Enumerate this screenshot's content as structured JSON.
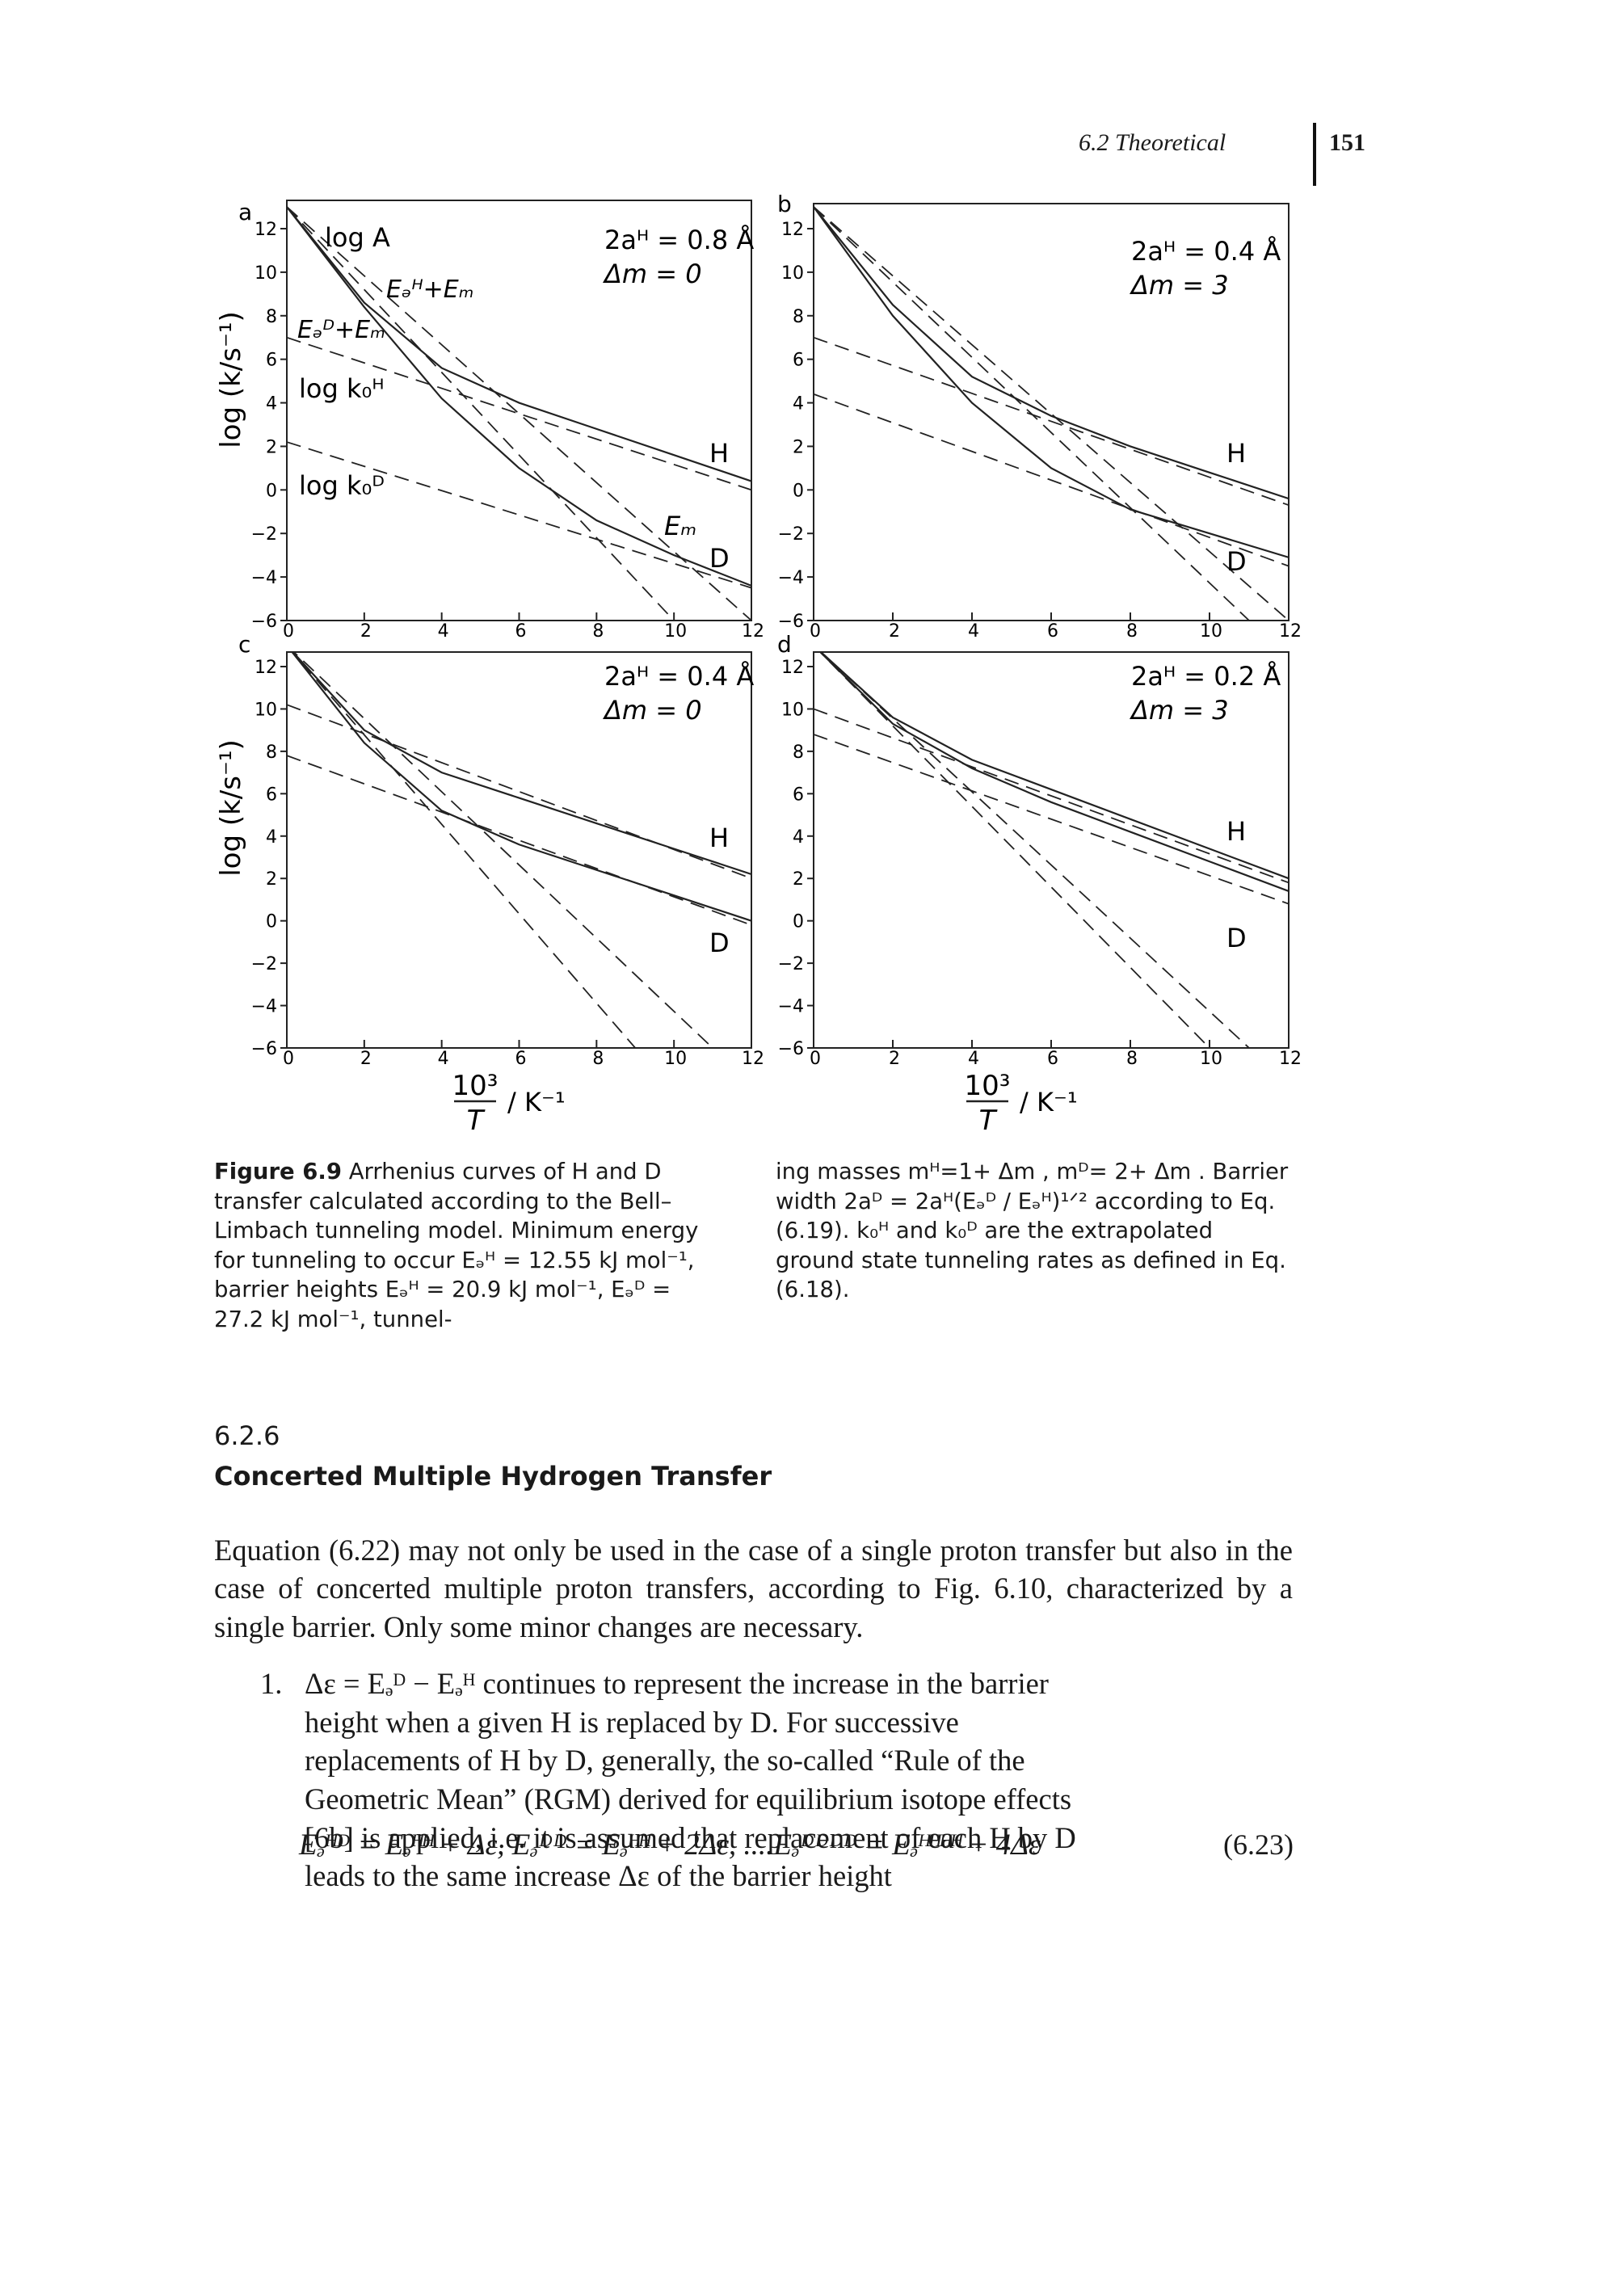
{
  "header": {
    "running_title": "6.2 Theoretical",
    "page_number": "151"
  },
  "figure": {
    "panel_labels": [
      "a",
      "b",
      "c",
      "d"
    ],
    "y_axis_label": "log (k/s⁻¹)",
    "x_axis_label": "/ K⁻¹",
    "x_axis_fraction_num": "10³",
    "x_axis_fraction_den": "T",
    "annotations": {
      "a_params": [
        "2aᴴ = 0.8 Å",
        "Δm = 0"
      ],
      "b_params": [
        "2aᴴ = 0.4 Å",
        "Δm = 3"
      ],
      "c_params": [
        "2aᴴ = 0.4 Å",
        "Δm = 0"
      ],
      "d_params": [
        "2aᴴ = 0.2 Å",
        "Δm = 3"
      ],
      "log_A": "log A",
      "ed_h_em": "Eₔᴴ+Eₘ",
      "ed_d_em": "Eₔᴰ+Eₘ",
      "log_k0_h": "log k₀ᴴ",
      "log_k0_d": "log k₀ᴰ",
      "em": "Eₘ",
      "H": "H",
      "D": "D"
    }
  },
  "chart_data": [
    {
      "panel": "a",
      "type": "line",
      "xlabel": "10³/T / K⁻¹",
      "ylabel": "log (k/s⁻¹)",
      "xlim": [
        0,
        12
      ],
      "ylim": [
        -6,
        13
      ],
      "xticks": [
        0,
        2,
        4,
        6,
        8,
        10,
        12
      ],
      "yticks": [
        -6,
        -4,
        -2,
        0,
        2,
        4,
        6,
        8,
        10,
        12
      ],
      "series": [
        {
          "name": "H",
          "style": "solid",
          "x": [
            0,
            2,
            4,
            6,
            8,
            10,
            12
          ],
          "y": [
            13,
            8.6,
            5.6,
            4.0,
            2.8,
            1.6,
            0.4
          ]
        },
        {
          "name": "D",
          "style": "solid",
          "x": [
            0,
            2,
            4,
            6,
            8,
            10,
            12
          ],
          "y": [
            13,
            8.4,
            4.2,
            1.0,
            -1.4,
            -3.0,
            -4.4
          ]
        },
        {
          "style": "dashed",
          "x": [
            0,
            12
          ],
          "y": [
            7.0,
            0.0
          ]
        },
        {
          "style": "dashed",
          "x": [
            0,
            12
          ],
          "y": [
            2.2,
            -4.5
          ]
        },
        {
          "style": "dashed",
          "x": [
            0,
            10
          ],
          "y": [
            13.0,
            -6.0
          ]
        },
        {
          "style": "dashed",
          "x": [
            0,
            12
          ],
          "y": [
            13.0,
            -6.0
          ]
        }
      ]
    },
    {
      "panel": "b",
      "type": "line",
      "xlim": [
        0,
        12
      ],
      "ylim": [
        -6,
        13
      ],
      "xticks": [
        0,
        2,
        4,
        6,
        8,
        10,
        12
      ],
      "yticks": [
        -6,
        -4,
        -2,
        0,
        2,
        4,
        6,
        8,
        10,
        12
      ],
      "series": [
        {
          "name": "H",
          "style": "solid",
          "x": [
            0,
            2,
            4,
            6,
            8,
            10,
            12
          ],
          "y": [
            13,
            8.5,
            5.2,
            3.4,
            2.0,
            0.8,
            -0.4
          ]
        },
        {
          "name": "D",
          "style": "solid",
          "x": [
            0,
            2,
            4,
            6,
            8,
            10,
            12
          ],
          "y": [
            13,
            8.0,
            4.0,
            1.0,
            -0.9,
            -2.0,
            -3.1
          ]
        },
        {
          "style": "dashed",
          "x": [
            0,
            12
          ],
          "y": [
            7.0,
            -0.7
          ]
        },
        {
          "style": "dashed",
          "x": [
            0,
            12
          ],
          "y": [
            4.4,
            -3.5
          ]
        },
        {
          "style": "dashed",
          "x": [
            0,
            11
          ],
          "y": [
            13.0,
            -6.0
          ]
        },
        {
          "style": "dashed",
          "x": [
            0,
            12
          ],
          "y": [
            13.0,
            -6.0
          ]
        }
      ]
    },
    {
      "panel": "c",
      "type": "line",
      "xlim": [
        0,
        12
      ],
      "ylim": [
        -6,
        13
      ],
      "xticks": [
        0,
        2,
        4,
        6,
        8,
        10,
        12
      ],
      "yticks": [
        -6,
        -4,
        -2,
        0,
        2,
        4,
        6,
        8,
        10,
        12
      ],
      "series": [
        {
          "name": "H",
          "style": "solid",
          "x": [
            0,
            2,
            4,
            6,
            8,
            10,
            12
          ],
          "y": [
            13,
            9.0,
            7.0,
            5.8,
            4.6,
            3.4,
            2.2
          ]
        },
        {
          "name": "D",
          "style": "solid",
          "x": [
            0,
            2,
            4,
            6,
            8,
            10,
            12
          ],
          "y": [
            13,
            8.4,
            5.2,
            3.6,
            2.4,
            1.2,
            0.0
          ]
        },
        {
          "style": "dashed",
          "x": [
            0,
            12
          ],
          "y": [
            10.2,
            2.0
          ]
        },
        {
          "style": "dashed",
          "x": [
            0,
            12
          ],
          "y": [
            7.8,
            -0.2
          ]
        },
        {
          "style": "dashed",
          "x": [
            0,
            9
          ],
          "y": [
            13.0,
            -6.0
          ]
        },
        {
          "style": "dashed",
          "x": [
            0,
            11
          ],
          "y": [
            13.0,
            -6.0
          ]
        }
      ]
    },
    {
      "panel": "d",
      "type": "line",
      "xlim": [
        0,
        12
      ],
      "ylim": [
        -6,
        13
      ],
      "xticks": [
        0,
        2,
        4,
        6,
        8,
        10,
        12
      ],
      "yticks": [
        -6,
        -4,
        -2,
        0,
        2,
        4,
        6,
        8,
        10,
        12
      ],
      "series": [
        {
          "name": "H",
          "style": "solid",
          "x": [
            0,
            2,
            4,
            6,
            8,
            10,
            12
          ],
          "y": [
            13,
            9.6,
            7.6,
            6.2,
            4.8,
            3.4,
            2.0
          ]
        },
        {
          "name": "D",
          "style": "solid",
          "x": [
            0,
            2,
            4,
            6,
            8,
            10,
            12
          ],
          "y": [
            13,
            9.3,
            7.2,
            5.6,
            4.2,
            2.8,
            1.4
          ]
        },
        {
          "style": "dashed",
          "x": [
            0,
            12
          ],
          "y": [
            10.0,
            1.8
          ]
        },
        {
          "style": "dashed",
          "x": [
            0,
            12
          ],
          "y": [
            8.8,
            0.8
          ]
        },
        {
          "style": "dashed",
          "x": [
            0,
            10
          ],
          "y": [
            13.0,
            -6.0
          ]
        },
        {
          "style": "dashed",
          "x": [
            0,
            11
          ],
          "y": [
            13.0,
            -6.0
          ]
        }
      ]
    }
  ],
  "caption": {
    "label": "Figure 6.9",
    "left_text": "Arrhenius curves of H and D transfer calculated according to the Bell–Limbach tunneling model. Minimum energy for tunneling to occur Eₔᴴ = 12.55 kJ mol⁻¹, barrier heights Eₔᴴ = 20.9 kJ mol⁻¹, Eₔᴰ = 27.2 kJ mol⁻¹, tunnel-",
    "right_text": "ing masses mᴴ=1+ Δm , mᴰ= 2+ Δm . Barrier width 2aᴰ = 2aᴴ(Eₔᴰ / Eₔᴴ)¹ᐟ² according to Eq. (6.19). k₀ᴴ and k₀ᴰ are the extrapolated ground state tunneling rates as defined in Eq. (6.18)."
  },
  "section": {
    "number": "6.2.6",
    "title": "Concerted Multiple Hydrogen Transfer"
  },
  "body": {
    "paragraph": "Equation (6.22) may not only be used in the case of a single proton transfer but also in the case of concerted multiple proton transfers, according to Fig. 6.10, characterized by a single barrier. Only some minor changes are necessary.",
    "list_number": "1.",
    "list_text": "Δε = Eₔᴰ − Eₔᴴ continues to represent the increase in the barrier height when a given H is replaced by D. For successive replacements of H by D, generally, the so-called “Rule of the Geometric Mean” (RGM) derived for equilibrium isotope effects [6b] is applied, i.e. it is assumed that replacement of each H by D leads to the same increase Δε of the barrier height",
    "equation": "Eₔᴴᴰ = Eₔᴴᴴ + Δε, Eₔᴰᴰ = Eₔᴴᴴ + 2Δε, ....Eₔᴰᴰᴰᴰ = Eₔᴴᴴᴴᴴ + 4Δε",
    "equation_number": "(6.23)"
  }
}
